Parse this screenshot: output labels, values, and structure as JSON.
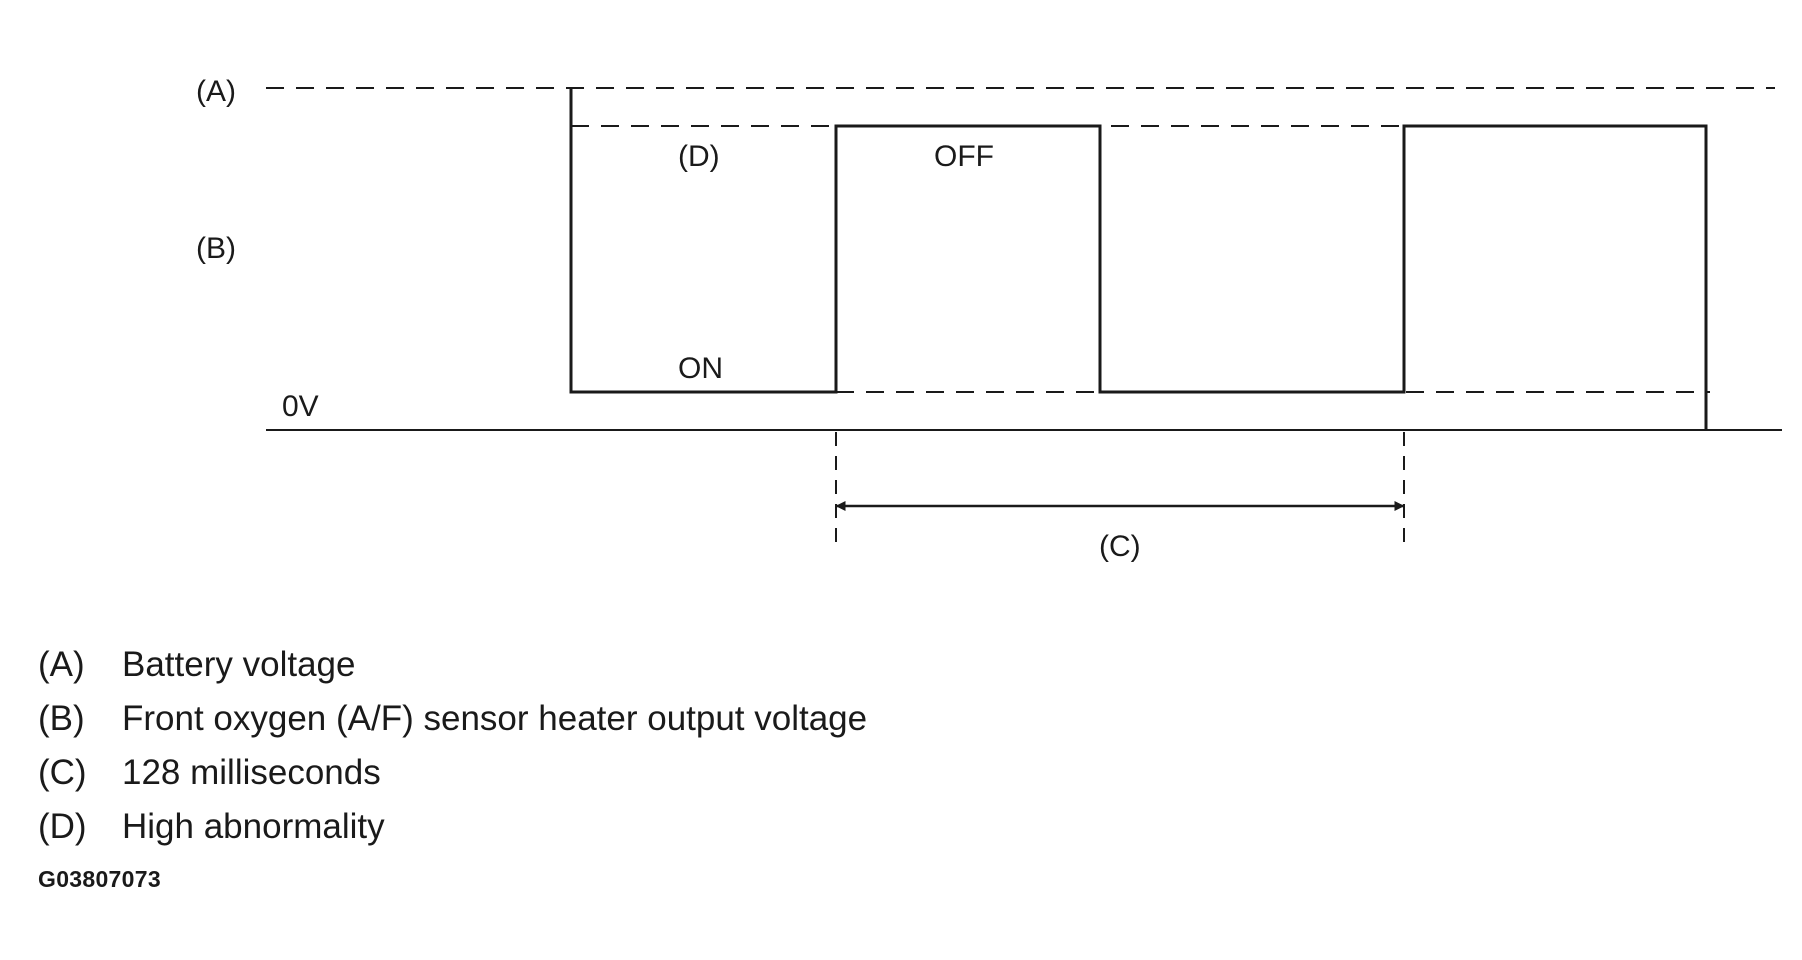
{
  "diagram": {
    "level_labels": {
      "a": "(A)",
      "b": "(B)",
      "zero": "0V"
    },
    "pulse_labels": {
      "d": "(D)",
      "off": "OFF",
      "on": "ON",
      "c": "(C)"
    }
  },
  "legend": [
    {
      "key": "(A)",
      "text": "Battery voltage"
    },
    {
      "key": "(B)",
      "text": "Front oxygen (A/F) sensor heater output voltage"
    },
    {
      "key": "(C)",
      "text": "128 milliseconds"
    },
    {
      "key": "(D)",
      "text": "High abnormality"
    }
  ],
  "figure_id": "G03807073",
  "colors": {
    "ink": "#1a1a1a",
    "background": "#ffffff"
  }
}
